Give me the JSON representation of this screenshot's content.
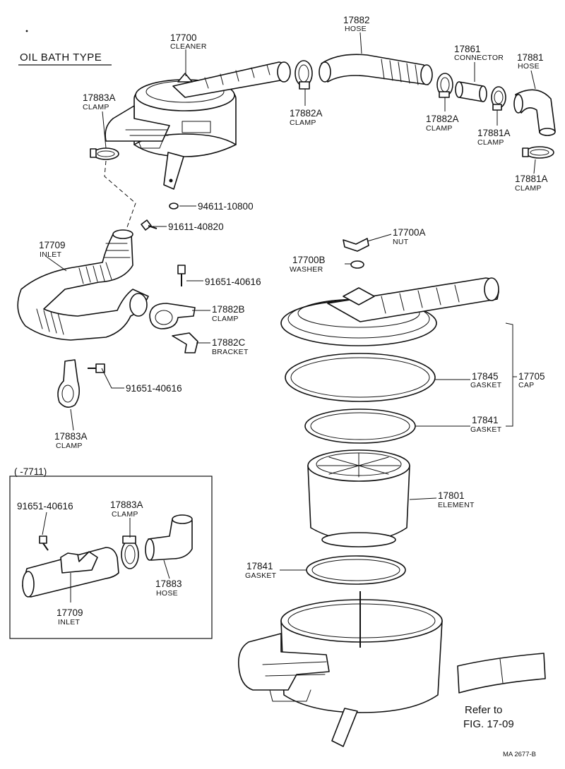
{
  "diagram": {
    "title": "OIL BATH TYPE",
    "variant_box_label": "(        -7711)",
    "refer_line1": "Refer to",
    "refer_line2": "FIG. 17-09",
    "drawing_code": "MA  2677-B"
  },
  "parts": {
    "p17700": {
      "num": "17700",
      "desc": "CLEANER"
    },
    "p17882": {
      "num": "17882",
      "desc": "HOSE"
    },
    "p17861": {
      "num": "17861",
      "desc": "CONNECTOR"
    },
    "p17881": {
      "num": "17881",
      "desc": "HOSE"
    },
    "p17883a_t": {
      "num": "17883A",
      "desc": "CLAMP"
    },
    "p17882a_1": {
      "num": "17882A",
      "desc": "CLAMP"
    },
    "p17882a_2": {
      "num": "17882A",
      "desc": "CLAMP"
    },
    "p17881a_1": {
      "num": "17881A",
      "desc": "CLAMP"
    },
    "p17881a_2": {
      "num": "17881A",
      "desc": "CLAMP"
    },
    "p94611": {
      "num": "94611-10800"
    },
    "p91611": {
      "num": "91611-40820"
    },
    "p17709": {
      "num": "17709",
      "desc": "INLET"
    },
    "p91651_1": {
      "num": "91651-40616"
    },
    "p17882b": {
      "num": "17882B",
      "desc": "CLAMP"
    },
    "p17882c": {
      "num": "17882C",
      "desc": "BRACKET"
    },
    "p91651_2": {
      "num": "91651-40616"
    },
    "p17883a_b": {
      "num": "17883A",
      "desc": "CLAMP"
    },
    "p17700a": {
      "num": "17700A",
      "desc": "NUT"
    },
    "p17700b": {
      "num": "17700B",
      "desc": "WASHER"
    },
    "p17845": {
      "num": "17845",
      "desc": "GASKET"
    },
    "p17705": {
      "num": "17705",
      "desc": "CAP"
    },
    "p17841_1": {
      "num": "17841",
      "desc": "GASKET"
    },
    "p17801": {
      "num": "17801",
      "desc": "ELEMENT"
    },
    "p17841_2": {
      "num": "17841",
      "desc": "GASKET"
    },
    "box_91651": {
      "num": "91651-40616"
    },
    "box_17883a": {
      "num": "17883A",
      "desc": "CLAMP"
    },
    "box_17883": {
      "num": "17883",
      "desc": "HOSE"
    },
    "box_17709": {
      "num": "17709",
      "desc": "INLET"
    }
  }
}
